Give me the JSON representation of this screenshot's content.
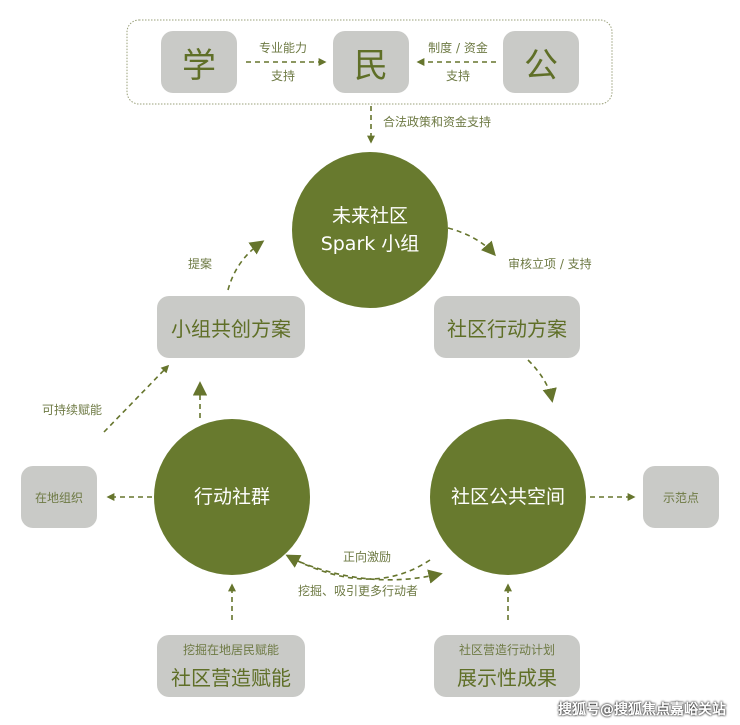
{
  "top_group": {
    "xue": "学",
    "min": "民",
    "gong": "公",
    "xue_to_min_top": "专业能力",
    "xue_to_min_bottom": "支持",
    "gong_to_min_top": "制度 / 资金",
    "gong_to_min_bottom": "支持",
    "down_label": "合法政策和资金支持"
  },
  "circles": {
    "top_line1": "未来社区",
    "top_line2": "Spark 小组",
    "left": "行动社群",
    "right": "社区公共空间"
  },
  "boxes": {
    "plan_co": "小组共创方案",
    "plan_action": "社区行动方案",
    "local_org": "在地组织",
    "demo": "示范点",
    "empower_sub": "挖掘在地居民赋能",
    "empower": "社区营造赋能",
    "result_sub": "社区营造行动计划",
    "result": "展示性成果"
  },
  "labels": {
    "proposal": "提案",
    "review": "审核立项 / 支持",
    "sustain": "可持续赋能",
    "positive": "正向激励",
    "attract": "挖掘、吸引更多行动者"
  },
  "watermark": "搜狐号@搜狐焦点嘉峪关站",
  "colors": {
    "olive": "#687a2e",
    "gray": "#c9cac7"
  }
}
